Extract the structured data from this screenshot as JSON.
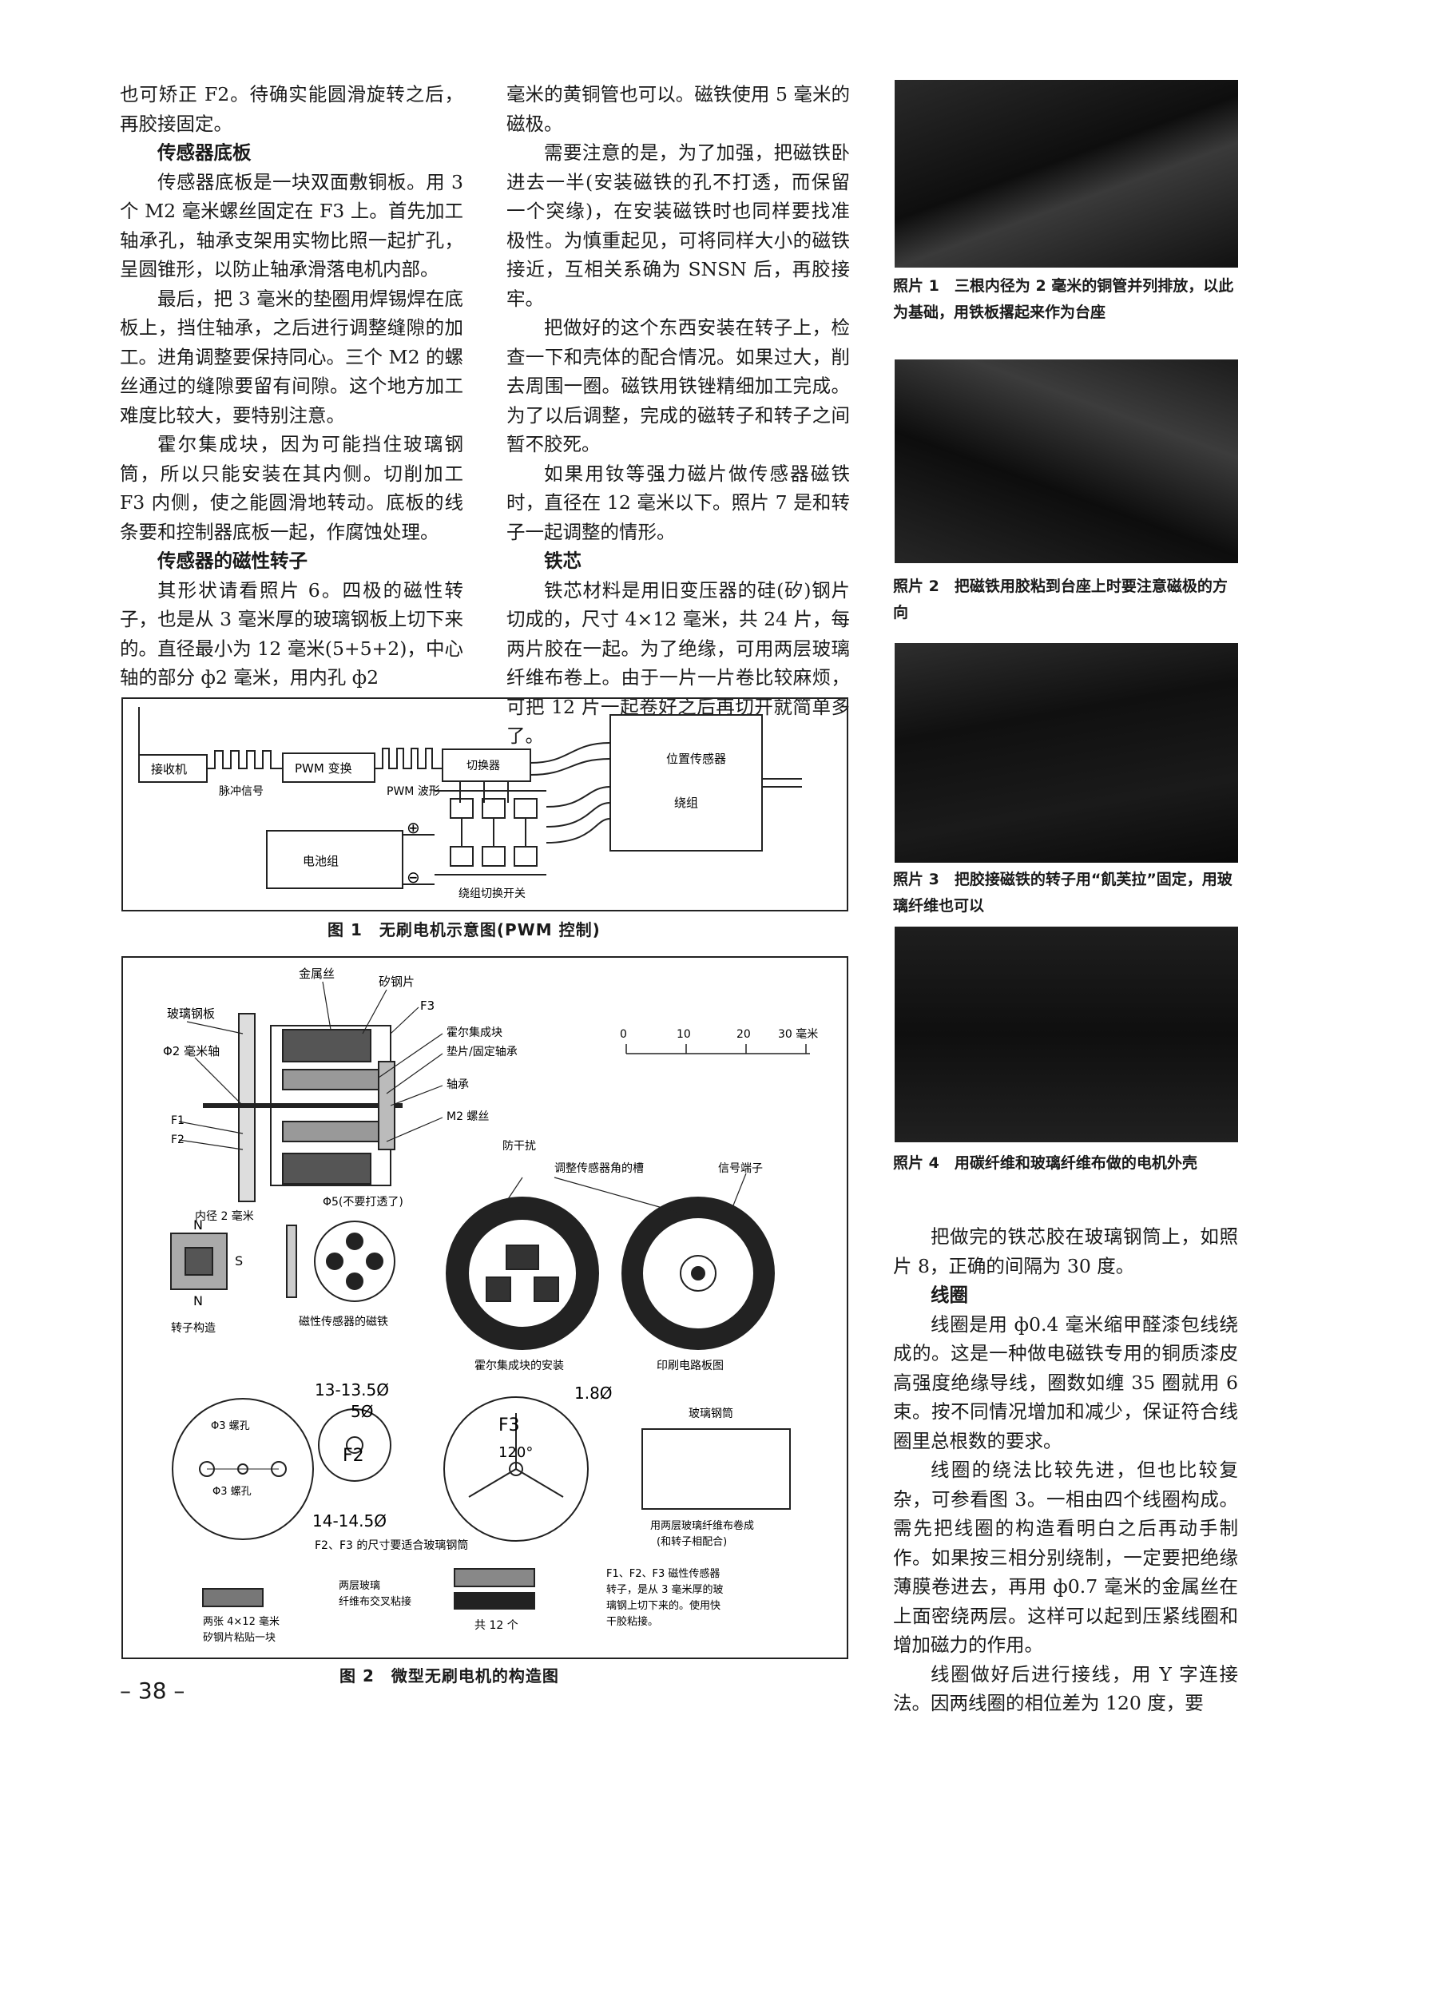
{
  "col1": {
    "p1": "也可矫正 F2。待确实能圆滑旋转之后，再胶接固定。",
    "h_base": "传感器底板",
    "p2": "传感器底板是一块双面敷铜板。用 3 个 M2 毫米螺丝固定在 F3 上。首先加工轴承孔，轴承支架用实物比照一起扩孔，呈圆锥形，以防止轴承滑落电机内部。",
    "p3": "最后，把 3 毫米的垫圈用焊锡焊在底板上，挡住轴承，之后进行调整缝隙的加工。进角调整要保持同心。三个 M2 的螺丝通过的缝隙要留有间隙。这个地方加工难度比较大，要特别注意。",
    "p4": "霍尔集成块，因为可能挡住玻璃钢筒，所以只能安装在其内侧。切削加工 F3 内侧，使之能圆滑地转动。底板的线条要和控制器底板一起，作腐蚀处理。",
    "h_rotor": "传感器的磁性转子",
    "p5": "其形状请看照片 6。四极的磁性转子，也是从 3 毫米厚的玻璃钢板上切下来的。直径最小为 12 毫米(5+5+2)，中心轴的部分 ф2 毫米，用内孔 ф2"
  },
  "col2": {
    "p1": "毫米的黄铜管也可以。磁铁使用 5 毫米的磁极。",
    "p2": "需要注意的是，为了加强，把磁铁卧进去一半(安装磁铁的孔不打透，而保留一个突缘)，在安装磁铁时也同样要找准极性。为慎重起见，可将同样大小的磁铁接近，互相关系确为 SNSN 后，再胶接牢。",
    "p3": "把做好的这个东西安装在转子上，检查一下和壳体的配合情况。如果过大，削去周围一圈。磁铁用铁锉精细加工完成。为了以后调整，完成的磁转子和转子之间暂不胶死。",
    "p4": "如果用钕等强力磁片做传感器磁铁时，直径在 12 毫米以下。照片 7 是和转子一起调整的情形。",
    "h_core": "铁芯",
    "p5": "铁芯材料是用旧变压器的硅(矽)钢片切成的，尺寸 4×12 毫米，共 24 片，每两片胶在一起。为了绝缘，可用两层玻璃纤维布卷上。由于一片一片卷比较麻烦，可把 12 片一起卷好之后再切开就简单多了。"
  },
  "col3": {
    "p1": "把做完的铁芯胶在玻璃钢筒上，如照片 8，正确的间隔为 30 度。",
    "h_coil": "线圈",
    "p2": "线圈是用 ф0.4 毫米缩甲醛漆包线绕成的。这是一种做电磁铁专用的铜质漆皮高强度绝缘导线，圈数如缠 35 圈就用 6 束。按不同情况增加和减少，保证符合线圈里总根数的要求。",
    "p3": "线圈的绕法比较先进，但也比较复杂，可参看图 3。一相由四个线圈构成。需先把线圈的构造看明白之后再动手制作。如果按三相分别绕制，一定要把绝缘薄膜卷进去，再用 ф0.7 毫米的金属丝在上面密绕两层。这样可以起到压紧线圈和增加磁力的作用。",
    "p4": "线圈做好后进行接线，用 Y 字连接法。因两线圈的相位差为 120 度，要"
  },
  "photos": [
    {
      "caption": "照片 1　三根内径为 2 毫米的铜管并列排放，以此为基础，用铁板撂起来作为台座"
    },
    {
      "caption": "照片 2　把磁铁用胶粘到台座上时要注意磁极的方向"
    },
    {
      "caption": "照片 3　把胶接磁铁的转子用“飢芙拉”固定，用玻璃纤维也可以"
    },
    {
      "caption": "照片 4　用碳纤维和玻璃纤维布做的电机外壳"
    }
  ],
  "fig1": {
    "caption": "图 1　无刷电机示意图(PWM 控制)",
    "receiver": "接收机",
    "pulse": "脉冲信号",
    "pwm_conv": "PWM 变换",
    "pwm_wave": "PWM 波形",
    "switcher": "切换器",
    "position_sensor": "位置传感器",
    "winding": "绕组",
    "battery": "电池组",
    "switch_label": "绕组切换开关",
    "plus": "⊕",
    "minus": "⊖"
  },
  "fig2": {
    "caption": "图 2　微型无刷电机的构造图",
    "glass_plate": "玻璃钢板",
    "metal_wire": "金属丝",
    "si_steel": "矽钢片",
    "f3": "F3",
    "shaft": "Φ2 毫米轴",
    "hall": "霍尔集成块",
    "washer": "垫片/固定轴承",
    "bearing": "轴承",
    "m2": "M2 螺丝",
    "f1": "F1",
    "f2": "F2",
    "scale": [
      "0",
      "10",
      "20",
      "30 毫米"
    ],
    "anti_interf": "防干扰",
    "adj_gap": "调整传感器角的槽",
    "signal_term": "信号端子",
    "inner2": "内径 2 毫米",
    "phi5": "Φ5(不要打透了)",
    "n": "N",
    "s": "S",
    "rotor_struct": "转子构造",
    "mag_sensor_magnet": "磁性传感器的磁铁",
    "hall_install": "霍尔集成块的安装",
    "pcb": "印刷电路板图",
    "d1": "13-13.5Ø",
    "d2": "5Ø",
    "d3": "1.8Ø",
    "d4": "14-14.5Ø",
    "f3_label": "F3",
    "f2_label": "F2",
    "angle": "120°",
    "screw_hole1": "Φ3 螺孔",
    "screw_hole2": "Φ3 螺孔",
    "glass_tube": "玻璃钢筒",
    "glass_tube_note1": "用两层玻璃纤维布卷成",
    "glass_tube_note2": "(和转子相配合)",
    "f2f3_note": "F2、F3 的尺寸要适合玻璃钢筒",
    "two_pieces1": "两张 4×12 毫米",
    "two_pieces2": "矽钢片粘贴一块",
    "two_layers1": "两层玻璃",
    "two_layers2": "纤维布交叉粘接",
    "total12": "共 12 个",
    "f_note1": "F1、F2、F3 磁性传感器",
    "f_note2": "转子，是从 3 毫米厚的玻",
    "f_note3": "璃钢上切下来的。使用快",
    "f_note4": "干胶粘接。"
  },
  "page_number": "– 38 –"
}
